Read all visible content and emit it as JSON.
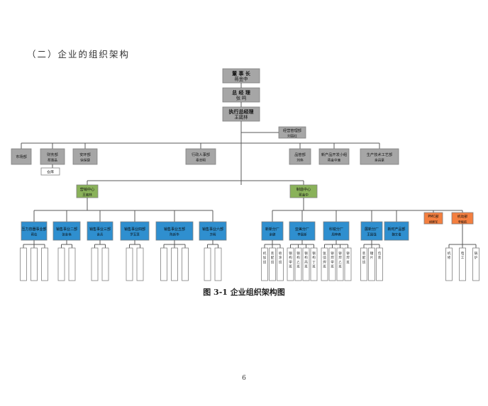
{
  "heading": "（二）企业的组织架构",
  "caption": "图 3-1 企业组织架构图",
  "page_number": "6",
  "colors": {
    "gray": "#a6a6a6",
    "green": "#8ab25a",
    "blue": "#2f8fcf",
    "orange": "#f47f3f",
    "line": "#595959"
  },
  "org": {
    "chairman": {
      "title": "董 事 长",
      "name": "蒋金中"
    },
    "gm": {
      "title": "总 经 理",
      "name": "张 鸣"
    },
    "exec_gm": {
      "title": "执行总经理",
      "name": "王箴林"
    },
    "mgmt_dept": {
      "title": "经营管理部",
      "name": "刘丽红"
    },
    "level3": [
      {
        "title": "市场部",
        "name": ""
      },
      {
        "title": "财务部",
        "name": "蔡惠晶"
      },
      {
        "title": "安环部",
        "name": "徐保捷"
      },
      {
        "title": "行政人事部",
        "name": "秦志明"
      },
      {
        "title": "品管部",
        "name": "刘伟"
      },
      {
        "title": "新产品开发小组",
        "name": "蒋金中兼"
      },
      {
        "title": "生产技术工艺部",
        "name": "余昌豪"
      }
    ],
    "warehouse": "仓库",
    "sales_center": {
      "title": "营销中心",
      "name": "王箴林"
    },
    "mfg_center": {
      "title": "制造中心",
      "name": "蒋金中"
    },
    "sales_units": [
      {
        "title": "压力容器事业部",
        "name": "蒋佳"
      },
      {
        "title": "销售事业二部",
        "name": "张金伟"
      },
      {
        "title": "销售事业三部",
        "name": "余兵"
      },
      {
        "title": "销售事业四部",
        "name": "罗玉莲"
      },
      {
        "title": "销售事业五部",
        "name": "陈新华"
      },
      {
        "title": "销售事业六部",
        "name": "方明"
      }
    ],
    "mfg_units": [
      {
        "title": "新新分厂",
        "name": "余健"
      },
      {
        "title": "亚美分厂",
        "name": "李国新"
      },
      {
        "title": "科锐分厂",
        "name": "周梓峰"
      },
      {
        "title": "展新分厂",
        "name": "王国强"
      },
      {
        "title": "新时产品部",
        "name": "魏文俊"
      }
    ],
    "pmc": {
      "title": "PMC部",
      "name": "胡建军"
    },
    "mech": {
      "title": "机动部",
      "name": "李敏航"
    },
    "teams": [
      [
        "",
        "",
        ""
      ],
      [
        "",
        ""
      ],
      [
        "",
        ""
      ],
      [
        "",
        ""
      ],
      [
        "",
        "",
        ""
      ],
      [
        "",
        ""
      ],
      [
        "机加班",
        "装配班",
        "喷涂班"
      ],
      [
        "钢构甲班",
        "钢构乙班",
        "钢构丙班",
        "钢构丁班"
      ],
      [
        "氩弧焊班",
        "铆焊甲班",
        "铆焊乙班",
        "铆焊班"
      ],
      [
        "装配班",
        "罐片",
        "包装"
      ],
      [],
      [],
      [
        "机修",
        "电工",
        "锅炉"
      ]
    ]
  }
}
